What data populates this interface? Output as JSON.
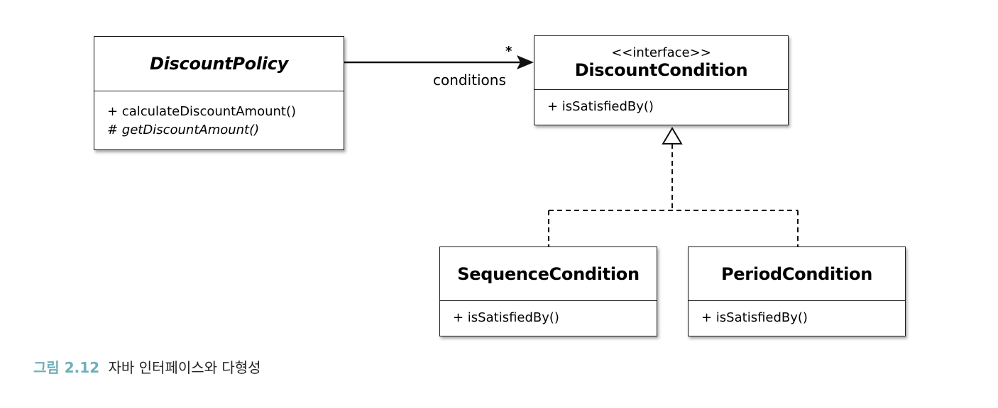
{
  "classes": {
    "discount_policy": {
      "name": "DiscountPolicy",
      "operations": [
        "+ calculateDiscountAmount()",
        "# getDiscountAmount()"
      ]
    },
    "discount_condition": {
      "stereotype": "<<interface>>",
      "name": "DiscountCondition",
      "operations": [
        "+ isSatisfiedBy()"
      ]
    },
    "sequence_condition": {
      "name": "SequenceCondition",
      "operations": [
        "+ isSatisfiedBy()"
      ]
    },
    "period_condition": {
      "name": "PeriodCondition",
      "operations": [
        "+ isSatisfiedBy()"
      ]
    }
  },
  "association": {
    "role": "conditions",
    "multiplicity": "*"
  },
  "caption": {
    "label": "그림 2.12",
    "title": "자바 인터페이스와 다형성"
  }
}
